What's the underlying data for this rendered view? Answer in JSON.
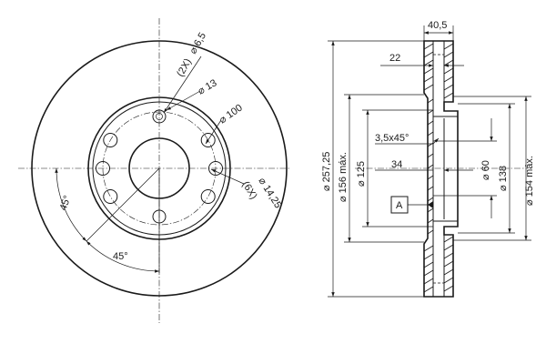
{
  "front_view": {
    "pcd_hole_count": "(2X)",
    "pcd_hole_diameter": "⌀ 6,5",
    "small_hole_diameter": "⌀ 13",
    "bolt_circle_diameter": "⌀ 100",
    "bolt_hole_count": "(6X)",
    "bolt_hole_diameter": "⌀ 14,25",
    "angle_upper": "45°",
    "angle_lower": "45°"
  },
  "section_view": {
    "overall_thickness": "40,5",
    "hat_depth": "22",
    "chamfer": "3,5x45°",
    "hub_offset": "34",
    "datum_label": "A",
    "outer_diameter": "⌀ 257,25",
    "max_diameter_156": "⌀ 156 máx.",
    "diameter_125": "⌀ 125",
    "center_bore": "⌀ 60",
    "diameter_138": "⌀ 138",
    "max_diameter_154": "⌀ 154 máx."
  }
}
